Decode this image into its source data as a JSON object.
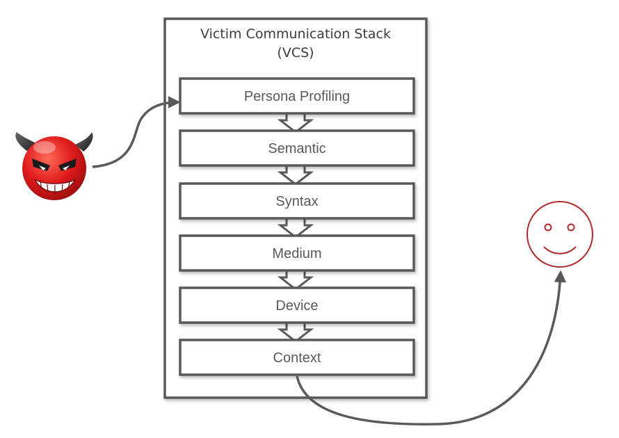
{
  "stack": {
    "title_line1": "Victim Communication Stack",
    "title_line2": "(VCS)",
    "layers": [
      {
        "label": "Persona Profiling"
      },
      {
        "label": "Semantic"
      },
      {
        "label": "Syntax"
      },
      {
        "label": "Medium"
      },
      {
        "label": "Device"
      },
      {
        "label": "Context"
      }
    ]
  },
  "actors": {
    "attacker": {
      "icon": "devil-face-icon",
      "color": "#e01b1b"
    },
    "victim": {
      "icon": "smiley-face-icon",
      "color": "#b22a2a"
    }
  },
  "colors": {
    "frame": "#595959",
    "arrow": "#5a5a5a"
  }
}
